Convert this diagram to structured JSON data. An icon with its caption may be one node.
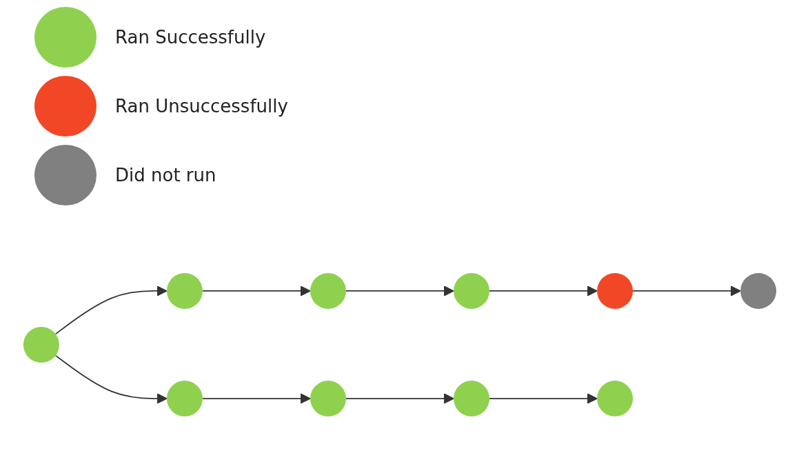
{
  "diagram": {
    "nodes": [
      {
        "text": [],
        "shape": "circle"
      },
      {
        "text": [],
        "shape": "circle"
      },
      {
        "text": [],
        "shape": "circle"
      },
      {
        "text": [],
        "shape": "circle"
      },
      {
        "text": [],
        "shape": "circle"
      },
      {
        "text": [],
        "shape": "circle"
      },
      {
        "text": [],
        "shape": "circle"
      },
      {
        "text": [],
        "shape": "circle"
      },
      {
        "text": [],
        "shape": "circle"
      },
      {
        "text": [],
        "shape": "circle"
      }
    ],
    "edges": [
      {
        "from": 0,
        "to": 1,
        "arrow": "to"
      },
      {
        "from": 0,
        "to": 6,
        "arrow": "to"
      },
      {
        "from": 1,
        "to": 2,
        "arrow": "to"
      },
      {
        "from": 2,
        "to": 3,
        "arrow": "to"
      },
      {
        "from": 3,
        "to": 4,
        "arrow": "to"
      },
      {
        "from": 4,
        "to": 5,
        "arrow": "to"
      },
      {
        "from": 6,
        "to": 7,
        "arrow": "to"
      },
      {
        "from": 7,
        "to": 8,
        "arrow": "to"
      },
      {
        "from": 8,
        "to": 9,
        "arrow": "to"
      }
    ],
    "legend": [
      {
        "text": "Ran Successfully",
        "color": "#8fd14f"
      },
      {
        "text": "Ran Unsuccessfully",
        "color": "#f24726"
      },
      {
        "text": "Did not run",
        "color": "#808080"
      }
    ]
  }
}
